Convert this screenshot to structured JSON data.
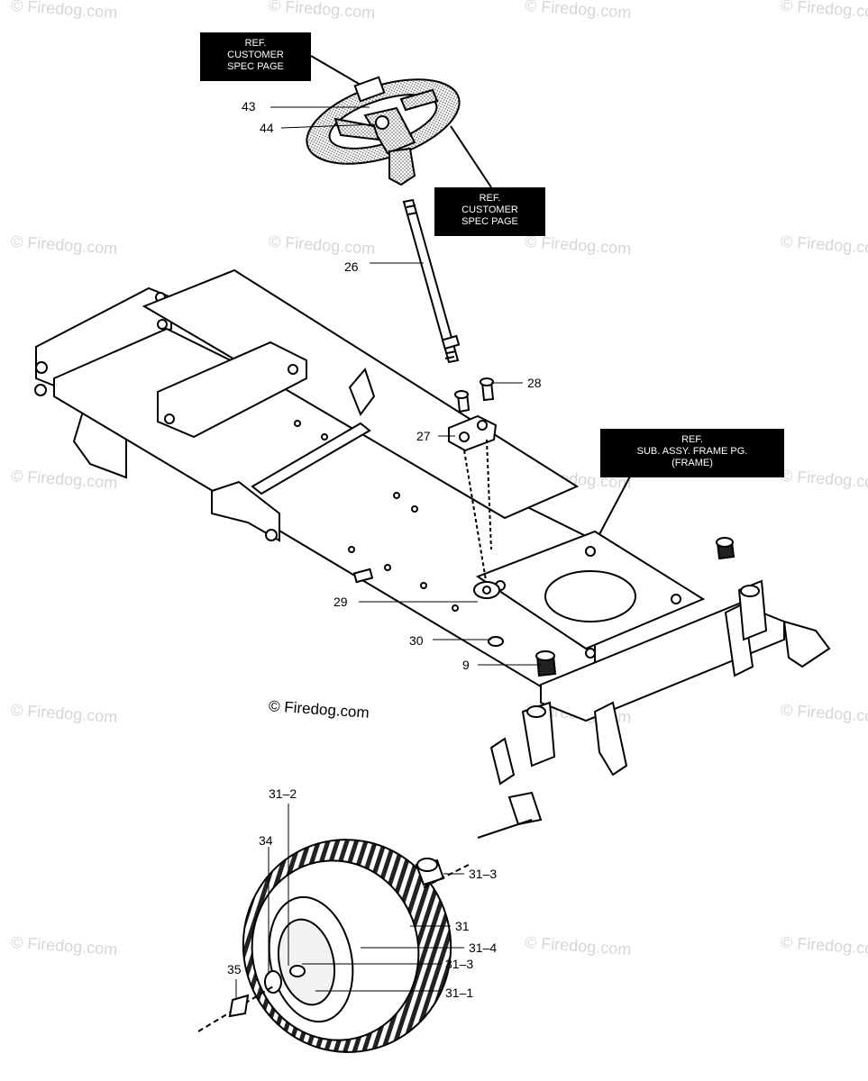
{
  "watermark": "© Firedog.com",
  "copyright": "© Firedog.com",
  "callouts": {
    "wheel_top": [
      "REF.",
      "CUSTOMER",
      "SPEC PAGE"
    ],
    "wheel_side": [
      "REF.",
      "CUSTOMER",
      "SPEC PAGE"
    ],
    "frame": [
      "REF.",
      "SUB. ASSY. FRAME PG.",
      "(FRAME)"
    ]
  },
  "part_labels": {
    "p43": "43",
    "p44": "44",
    "p26": "26",
    "p28": "28",
    "p27": "27",
    "p29": "29",
    "p30": "30",
    "p9": "9",
    "p31_2": "31–2",
    "p34": "34",
    "p31_3a": "31–3",
    "p31": "31",
    "p31_4": "31–4",
    "p31_3b": "31–3",
    "p35": "35",
    "p31_1": "31–1"
  },
  "colors": {
    "ink": "#000000",
    "watermark": "#d6d6d6",
    "callout_bg": "#000000"
  }
}
